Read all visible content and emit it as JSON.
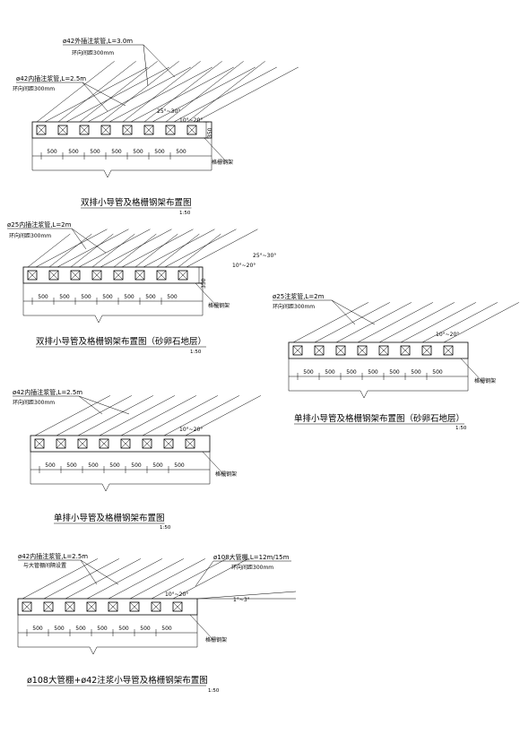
{
  "diagrams": [
    {
      "id": "d1",
      "title": "双排小导管及格栅钢架布置图",
      "scale": "1:50",
      "labels": [
        {
          "text": "ø42外插注浆管,L=3.0m",
          "sub": "环向间距300mm"
        },
        {
          "text": "ø42内插注浆管,L=2.5m",
          "sub": "环向间距300mm"
        }
      ],
      "angles": [
        "25°~30°",
        "10°~20°"
      ],
      "depth": "350",
      "spacing": "500",
      "callout": "格栅钢架"
    },
    {
      "id": "d2",
      "title": "双排小导管及格栅钢架布置图（砂卵石地层）",
      "scale": "1:50",
      "labels": [
        {
          "text": "ø25内插注浆管,L=2m",
          "sub": "环向间距300mm"
        }
      ],
      "angles": [
        "25°~30°",
        "10°~20°"
      ],
      "depth": "350",
      "spacing": "500",
      "callout": "格栅钢架"
    },
    {
      "id": "d3",
      "title": "单排小导管及格栅钢架布置图（砂卵石地层）",
      "scale": "1:50",
      "labels": [
        {
          "text": "ø25注浆管,L=2m",
          "sub": "环向间距300mm"
        }
      ],
      "angles": [
        "10°~20°"
      ],
      "spacing": "500",
      "callout": "格栅钢架"
    },
    {
      "id": "d4",
      "title": "单排小导管及格栅钢架布置图",
      "scale": "1:50",
      "labels": [
        {
          "text": "ø42内插注浆管,L=2.5m",
          "sub": "环向间距300mm"
        }
      ],
      "angles": [
        "10°~20°"
      ],
      "spacing": "500",
      "callout": "格栅钢架"
    },
    {
      "id": "d5",
      "title": "ø108大管棚+ø42注浆小导管及格栅钢架布置图",
      "scale": "1:50",
      "labels": [
        {
          "text": "ø42内插注浆管,L=2.5m",
          "sub": "与大管棚间隔设置"
        },
        {
          "text": "ø108大管棚,L=12m/15m",
          "sub": "环向间距300mm"
        }
      ],
      "angles": [
        "10°~20°",
        "1°~3°"
      ],
      "spacing": "500",
      "callout": "格栅钢架"
    }
  ]
}
